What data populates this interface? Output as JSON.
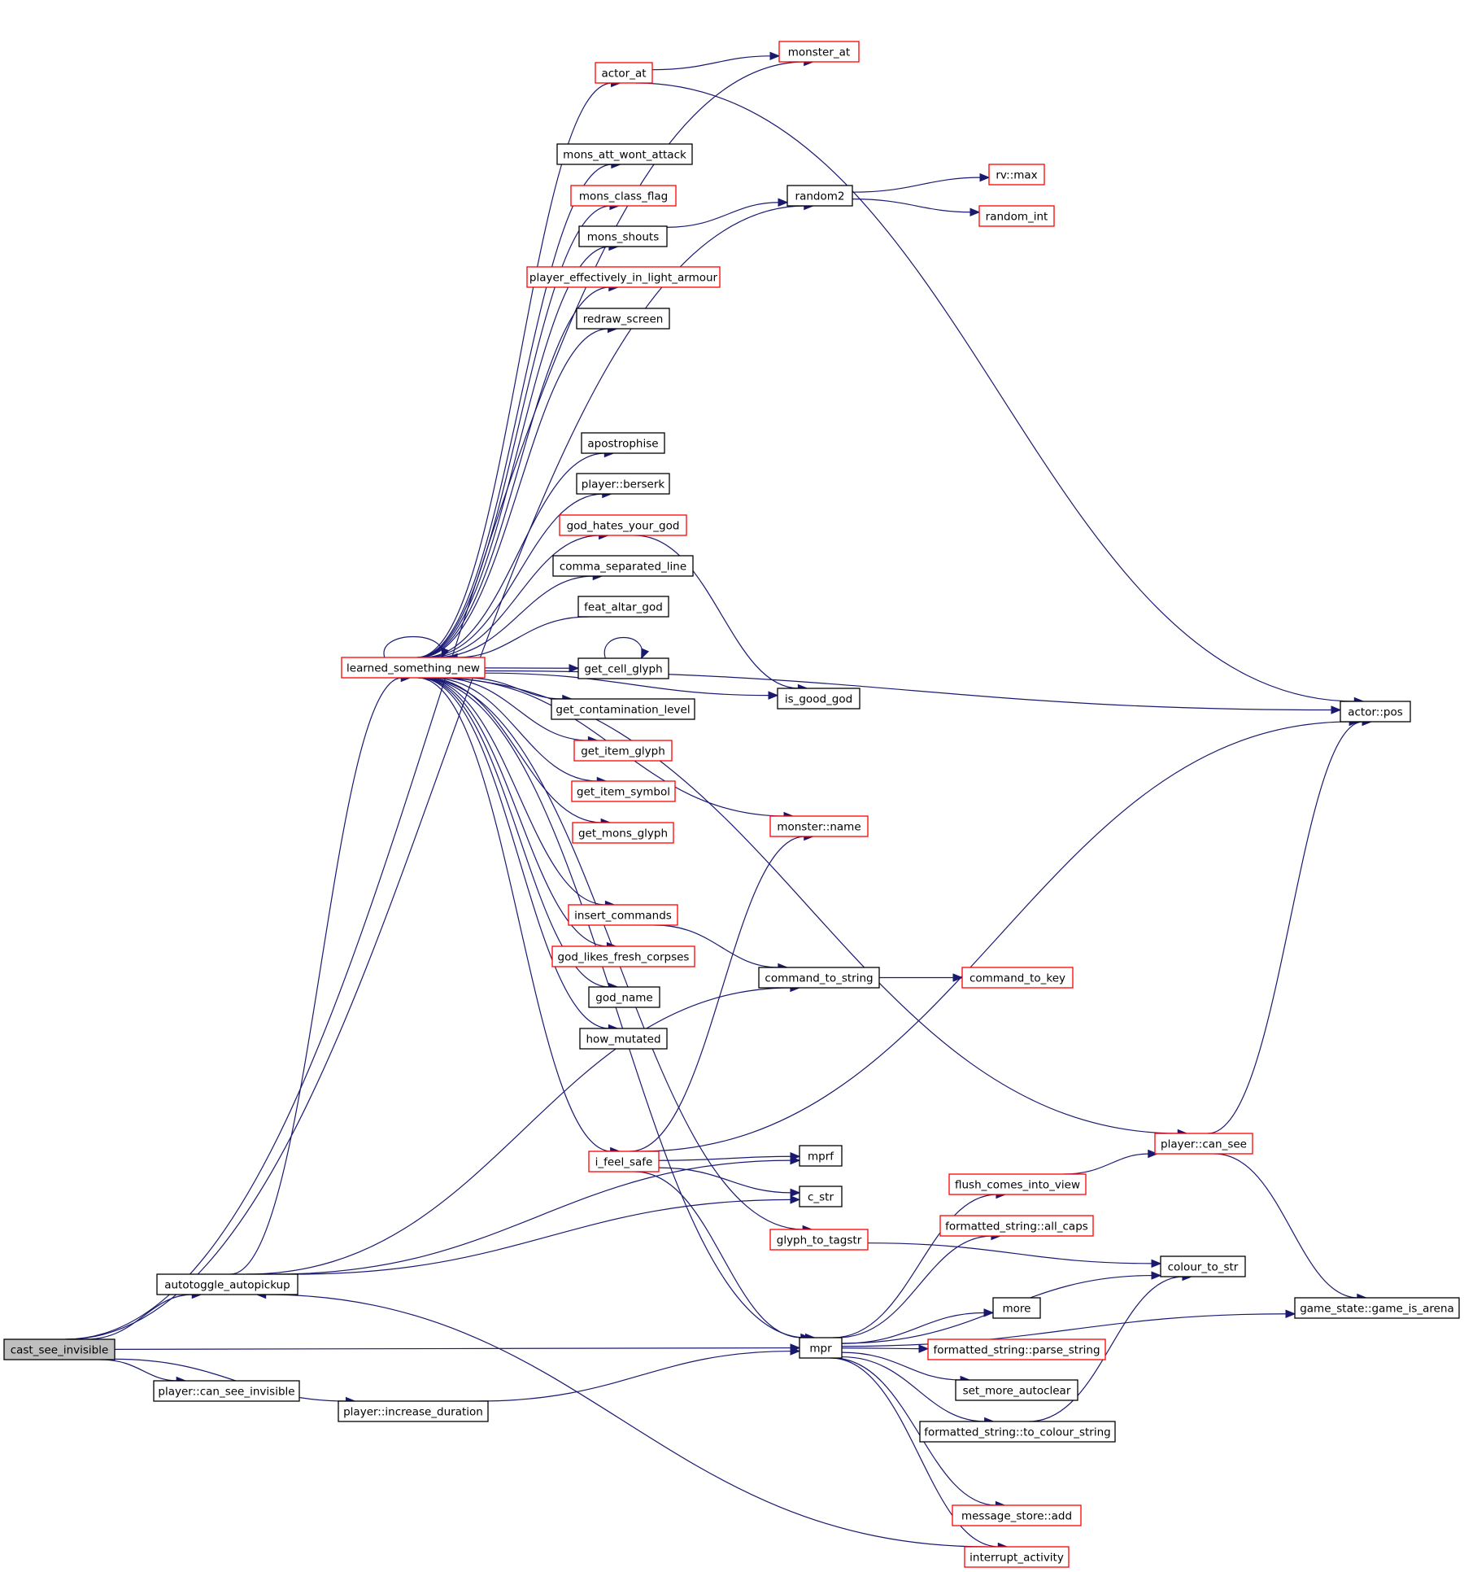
{
  "graph": {
    "edge_color": "#191970",
    "node_border_colors": {
      "documented": "#000000",
      "truncated": "#ff0000"
    },
    "root_fill": "#bfbfbf",
    "nodes": [
      {
        "id": "cast_see_invisible",
        "label": "cast_see_invisible",
        "border": "black",
        "root": true
      },
      {
        "id": "autotoggle_autopickup",
        "label": "autotoggle_autopickup",
        "border": "black"
      },
      {
        "id": "player_can_see_invisible",
        "label": "player::can_see_invisible",
        "border": "black"
      },
      {
        "id": "player_increase_duration",
        "label": "player::increase_duration",
        "border": "black"
      },
      {
        "id": "learned_something_new",
        "label": "learned_something_new",
        "border": "red"
      },
      {
        "id": "actor_at",
        "label": "actor_at",
        "border": "red"
      },
      {
        "id": "monster_at",
        "label": "monster_at",
        "border": "red"
      },
      {
        "id": "mons_att_wont_attack",
        "label": "mons_att_wont_attack",
        "border": "black"
      },
      {
        "id": "mons_class_flag",
        "label": "mons_class_flag",
        "border": "red"
      },
      {
        "id": "mons_shouts",
        "label": "mons_shouts",
        "border": "black"
      },
      {
        "id": "player_effectively_in_light_armour",
        "label": "player_effectively_in_light_armour",
        "border": "red"
      },
      {
        "id": "redraw_screen",
        "label": "redraw_screen",
        "border": "black"
      },
      {
        "id": "apostrophise",
        "label": "apostrophise",
        "border": "black"
      },
      {
        "id": "player_berserk",
        "label": "player::berserk",
        "border": "black"
      },
      {
        "id": "god_hates_your_god",
        "label": "god_hates_your_god",
        "border": "red"
      },
      {
        "id": "comma_separated_line",
        "label": "comma_separated_line",
        "border": "black"
      },
      {
        "id": "feat_altar_god",
        "label": "feat_altar_god",
        "border": "black"
      },
      {
        "id": "get_cell_glyph",
        "label": "get_cell_glyph",
        "border": "black"
      },
      {
        "id": "get_contamination_level",
        "label": "get_contamination_level",
        "border": "black"
      },
      {
        "id": "get_item_glyph",
        "label": "get_item_glyph",
        "border": "red"
      },
      {
        "id": "get_item_symbol",
        "label": "get_item_symbol",
        "border": "red"
      },
      {
        "id": "get_mons_glyph",
        "label": "get_mons_glyph",
        "border": "red"
      },
      {
        "id": "insert_commands",
        "label": "insert_commands",
        "border": "red"
      },
      {
        "id": "god_likes_fresh_corpses",
        "label": "god_likes_fresh_corpses",
        "border": "red"
      },
      {
        "id": "god_name",
        "label": "god_name",
        "border": "black"
      },
      {
        "id": "how_mutated",
        "label": "how_mutated",
        "border": "black"
      },
      {
        "id": "i_feel_safe",
        "label": "i_feel_safe",
        "border": "red"
      },
      {
        "id": "random2",
        "label": "random2",
        "border": "black"
      },
      {
        "id": "rv_max",
        "label": "rv::max",
        "border": "red"
      },
      {
        "id": "random_int",
        "label": "random_int",
        "border": "red"
      },
      {
        "id": "is_good_god",
        "label": "is_good_god",
        "border": "black"
      },
      {
        "id": "monster_name",
        "label": "monster::name",
        "border": "red"
      },
      {
        "id": "command_to_string",
        "label": "command_to_string",
        "border": "black"
      },
      {
        "id": "command_to_key",
        "label": "command_to_key",
        "border": "red"
      },
      {
        "id": "mprf",
        "label": "mprf",
        "border": "black"
      },
      {
        "id": "c_str",
        "label": "c_str",
        "border": "black"
      },
      {
        "id": "glyph_to_tagstr",
        "label": "glyph_to_tagstr",
        "border": "red"
      },
      {
        "id": "mpr",
        "label": "mpr",
        "border": "black"
      },
      {
        "id": "actor_pos",
        "label": "actor::pos",
        "border": "black"
      },
      {
        "id": "player_can_see",
        "label": "player::can_see",
        "border": "red"
      },
      {
        "id": "flush_comes_into_view",
        "label": "flush_comes_into_view",
        "border": "red"
      },
      {
        "id": "formatted_string_all_caps",
        "label": "formatted_string::all_caps",
        "border": "red"
      },
      {
        "id": "colour_to_str",
        "label": "colour_to_str",
        "border": "black"
      },
      {
        "id": "more",
        "label": "more",
        "border": "black"
      },
      {
        "id": "formatted_string_parse_string",
        "label": "formatted_string::parse_string",
        "border": "red"
      },
      {
        "id": "set_more_autoclear",
        "label": "set_more_autoclear",
        "border": "black"
      },
      {
        "id": "formatted_string_to_colour_string",
        "label": "formatted_string::to_colour_string",
        "border": "black"
      },
      {
        "id": "game_state_game_is_arena",
        "label": "game_state::game_is_arena",
        "border": "black"
      },
      {
        "id": "message_store_add",
        "label": "message_store::add",
        "border": "red"
      },
      {
        "id": "interrupt_activity",
        "label": "interrupt_activity",
        "border": "red"
      }
    ],
    "edges": [
      [
        "cast_see_invisible",
        "autotoggle_autopickup"
      ],
      [
        "cast_see_invisible",
        "player_can_see_invisible"
      ],
      [
        "cast_see_invisible",
        "player_increase_duration"
      ],
      [
        "cast_see_invisible",
        "mpr"
      ],
      [
        "cast_see_invisible",
        "random2"
      ],
      [
        "cast_see_invisible",
        "monster_at"
      ],
      [
        "autotoggle_autopickup",
        "learned_something_new"
      ],
      [
        "autotoggle_autopickup",
        "command_to_string"
      ],
      [
        "autotoggle_autopickup",
        "mprf"
      ],
      [
        "autotoggle_autopickup",
        "c_str"
      ],
      [
        "player_increase_duration",
        "mpr"
      ],
      [
        "learned_something_new",
        "learned_something_new"
      ],
      [
        "learned_something_new",
        "actor_at"
      ],
      [
        "learned_something_new",
        "mons_att_wont_attack"
      ],
      [
        "learned_something_new",
        "mons_class_flag"
      ],
      [
        "learned_something_new",
        "mons_shouts"
      ],
      [
        "learned_something_new",
        "player_effectively_in_light_armour"
      ],
      [
        "learned_something_new",
        "redraw_screen"
      ],
      [
        "learned_something_new",
        "actor_pos"
      ],
      [
        "learned_something_new",
        "monster_name"
      ],
      [
        "learned_something_new",
        "apostrophise"
      ],
      [
        "learned_something_new",
        "player_berserk"
      ],
      [
        "learned_something_new",
        "god_hates_your_god"
      ],
      [
        "learned_something_new",
        "comma_separated_line"
      ],
      [
        "feat_altar_god",
        "learned_something_new"
      ],
      [
        "learned_something_new",
        "get_cell_glyph"
      ],
      [
        "learned_something_new",
        "get_contamination_level"
      ],
      [
        "learned_something_new",
        "get_item_glyph"
      ],
      [
        "learned_something_new",
        "get_item_symbol"
      ],
      [
        "learned_something_new",
        "get_mons_glyph"
      ],
      [
        "learned_something_new",
        "is_good_god"
      ],
      [
        "learned_something_new",
        "insert_commands"
      ],
      [
        "learned_something_new",
        "god_likes_fresh_corpses"
      ],
      [
        "learned_something_new",
        "god_name"
      ],
      [
        "learned_something_new",
        "how_mutated"
      ],
      [
        "learned_something_new",
        "player_can_see"
      ],
      [
        "learned_something_new",
        "i_feel_safe"
      ],
      [
        "learned_something_new",
        "glyph_to_tagstr"
      ],
      [
        "learned_something_new",
        "mpr"
      ],
      [
        "get_cell_glyph",
        "get_cell_glyph"
      ],
      [
        "actor_at",
        "monster_at"
      ],
      [
        "actor_at",
        "actor_pos"
      ],
      [
        "mons_shouts",
        "random2"
      ],
      [
        "random2",
        "rv_max"
      ],
      [
        "random2",
        "random_int"
      ],
      [
        "god_hates_your_god",
        "is_good_god"
      ],
      [
        "insert_commands",
        "command_to_string"
      ],
      [
        "command_to_string",
        "command_to_key"
      ],
      [
        "i_feel_safe",
        "monster_name"
      ],
      [
        "i_feel_safe",
        "actor_pos"
      ],
      [
        "i_feel_safe",
        "mprf"
      ],
      [
        "i_feel_safe",
        "c_str"
      ],
      [
        "i_feel_safe",
        "mpr"
      ],
      [
        "glyph_to_tagstr",
        "colour_to_str"
      ],
      [
        "flush_comes_into_view",
        "player_can_see"
      ],
      [
        "player_can_see",
        "actor_pos"
      ],
      [
        "player_can_see",
        "game_state_game_is_arena"
      ],
      [
        "mpr",
        "flush_comes_into_view"
      ],
      [
        "mpr",
        "formatted_string_all_caps"
      ],
      [
        "mpr",
        "colour_to_str"
      ],
      [
        "mpr",
        "more"
      ],
      [
        "mpr",
        "formatted_string_parse_string"
      ],
      [
        "mpr",
        "set_more_autoclear"
      ],
      [
        "mpr",
        "formatted_string_to_colour_string"
      ],
      [
        "mpr",
        "game_state_game_is_arena"
      ],
      [
        "mpr",
        "message_store_add"
      ],
      [
        "mpr",
        "interrupt_activity"
      ],
      [
        "formatted_string_to_colour_string",
        "colour_to_str"
      ],
      [
        "interrupt_activity",
        "autotoggle_autopickup"
      ]
    ]
  }
}
